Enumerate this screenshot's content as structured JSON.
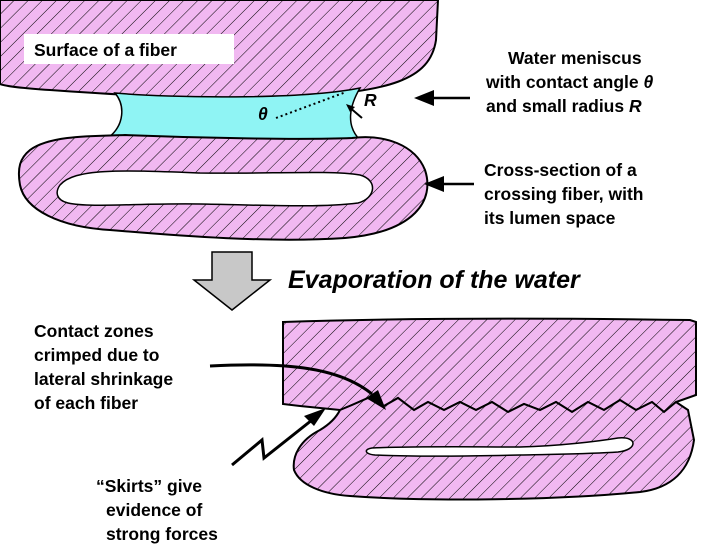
{
  "labels": {
    "fiber_surface": "Surface of a fiber",
    "meniscus_lines": [
      "Water meniscus",
      "with contact angle",
      "and small radius"
    ],
    "theta_symbol": "θ",
    "radius_symbol": "R",
    "crossing_lines": [
      "Cross-section of a",
      "crossing fiber, with",
      "its lumen space"
    ],
    "evaporation": "Evaporation of the water",
    "contact_lines": [
      "Contact zones",
      "crimped due to",
      "lateral shrinkage",
      "of each fiber"
    ],
    "skirts_lines": [
      "“Skirts” give",
      "evidence of",
      "strong forces"
    ]
  },
  "colors": {
    "fiber_fill": "#f1b8f1",
    "hatch": "#000000",
    "water": "#8ff4f4",
    "arrow_fill": "#c8c8c8",
    "lumen": "#ffffff"
  }
}
